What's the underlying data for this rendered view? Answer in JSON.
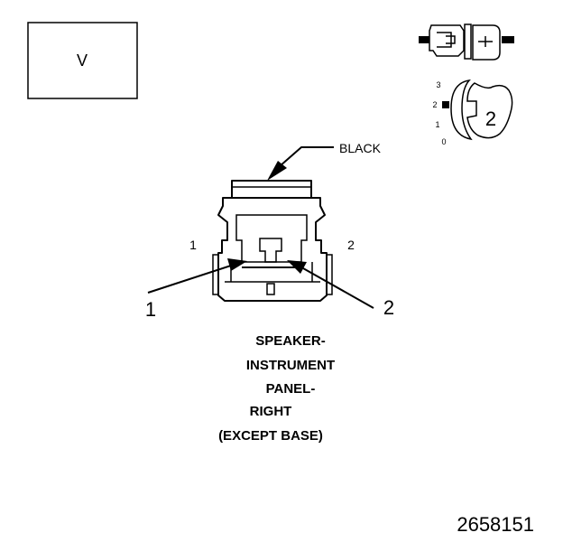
{
  "view_box_label": "V",
  "wire_color_label": "BLACK",
  "cavity_labels": [
    "1",
    "2"
  ],
  "callouts": [
    "1",
    "2"
  ],
  "position_scale": [
    "3",
    "2",
    "1",
    "0"
  ],
  "position_indicator": "2",
  "connector_name_lines": [
    "SPEAKER-",
    "INSTRUMENT",
    "PANEL-",
    "RIGHT",
    "(EXCEPT BASE)"
  ],
  "figure_number": "2658151",
  "icons": [
    "connector-side-view-icon",
    "connector-position-icon",
    "connector-face-view"
  ]
}
